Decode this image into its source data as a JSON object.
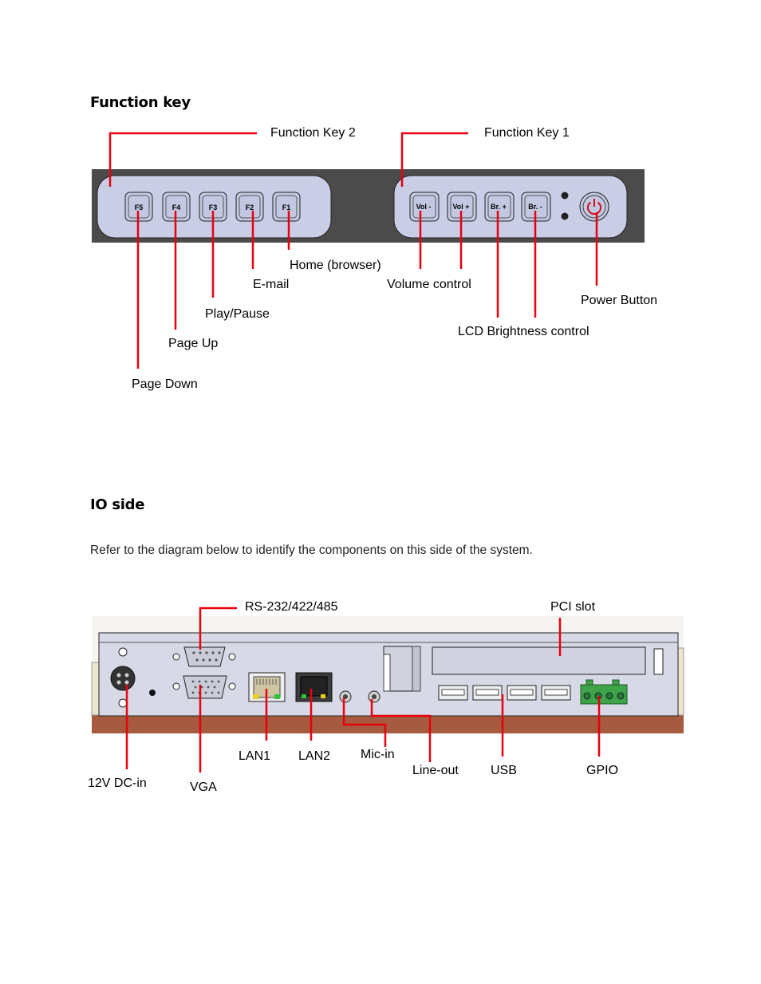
{
  "function_key_section": {
    "heading": "Function key",
    "keys_left": [
      "F5",
      "F4",
      "F3",
      "F2",
      "F1"
    ],
    "keys_right": [
      "Vol -",
      "Vol +",
      "Br. +",
      "Br. -"
    ],
    "labels": {
      "function_key_2": "Function Key 2",
      "function_key_1": "Function Key 1",
      "home": "Home (browser)",
      "email": "E-mail",
      "volume": "Volume control",
      "power": "Power Button",
      "play_pause": "Play/Pause",
      "lcd_brightness": "LCD Brightness control",
      "page_up": "Page Up",
      "page_down": "Page Down"
    }
  },
  "io_section": {
    "heading": "IO side",
    "description": "Refer to the diagram below to identify the components on this side of the system.",
    "labels": {
      "serial": "RS-232/422/485",
      "pci": "PCI slot",
      "lan1": "LAN1",
      "lan2": "LAN2",
      "mic_in": "Mic-in",
      "line_out": "Line-out",
      "usb": "USB",
      "gpio": "GPIO",
      "dc_in": "12V DC-in",
      "vga": "VGA"
    }
  },
  "colors": {
    "callout": "#e8000f",
    "panel_face": "#c9cde6",
    "panel_dark": "#4a4a4a",
    "base_wood": "#a65a3f",
    "gpio_green": "#3fa34a"
  }
}
